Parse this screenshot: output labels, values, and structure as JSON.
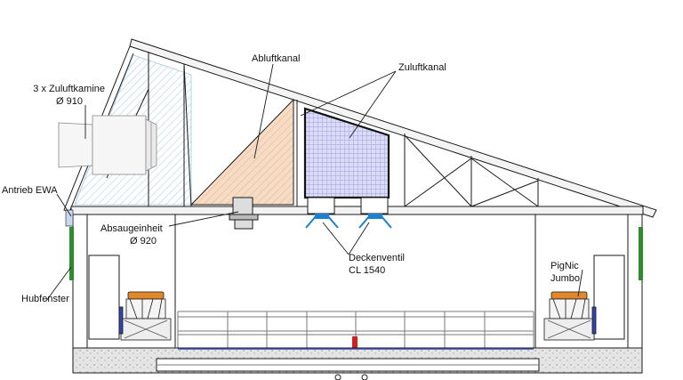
{
  "labels": {
    "zuluftkamine_line1": "3 x Zuluftkamine",
    "zuluftkamine_line2": "Ø 910",
    "abluftkanal": "Abluftkanal",
    "zuluftkanal": "Zuluftkanal",
    "antrieb_ewa": "Antrieb EWA",
    "absaugeinheit_line1": "Absaugeinheit",
    "absaugeinheit_line2": "Ø 920",
    "deckenventil_line1": "Deckenventil",
    "deckenventil_line2": "CL 1540",
    "hubfenster": "Hubfenster",
    "pignic_line1": "PigNic",
    "pignic_line2": "Jumbo"
  },
  "colors": {
    "line": "#1a1a1a",
    "exhaust_fill": "#f6dcc4",
    "supply_fill": "#dcdcf6",
    "hatch_blue": "#9fc6d8",
    "fitting_blue": "#1f7fd0",
    "feeder_orange": "#e0882a",
    "window_green": "#2e8b2e",
    "floor_blue": "#3344aa",
    "drain_red": "#cc2222"
  }
}
